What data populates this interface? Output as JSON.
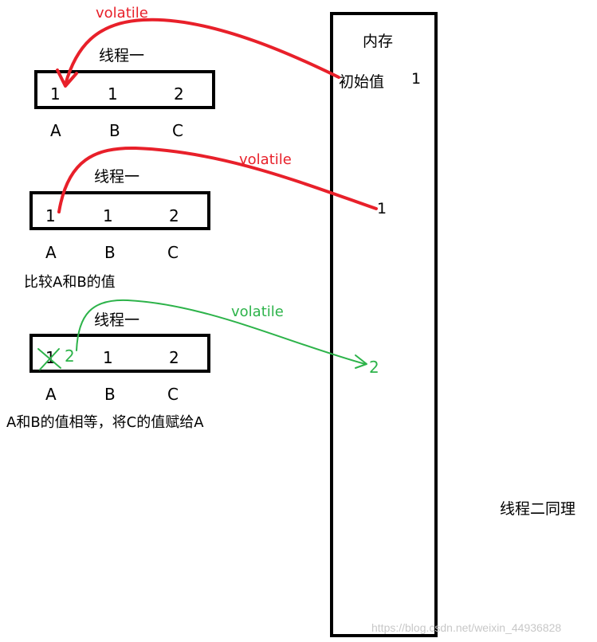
{
  "colors": {
    "red": "#e8202a",
    "green": "#2db34a",
    "black": "#000000",
    "watermark": "#c8c8c8"
  },
  "memory": {
    "title": "内存",
    "initial_label": "初始值",
    "initial_value": "1",
    "value_1": "1",
    "value_2": "2"
  },
  "side_note": "线程二同理",
  "arrow_label": "volatile",
  "steps": [
    {
      "thread_label": "线程一",
      "cells": [
        "1",
        "1",
        "2"
      ],
      "vars": [
        "A",
        "B",
        "C"
      ]
    },
    {
      "thread_label": "线程一",
      "cells": [
        "1",
        "1",
        "2"
      ],
      "vars": [
        "A",
        "B",
        "C"
      ],
      "caption": "比较A和B的值"
    },
    {
      "thread_label": "线程一",
      "cells": [
        "1",
        "1",
        "2"
      ],
      "new_a": "2",
      "vars": [
        "A",
        "B",
        "C"
      ],
      "caption": "A和B的值相等，将C的值赋给A"
    }
  ],
  "watermark": "https://blog.csdn.net/weixin_44936828"
}
